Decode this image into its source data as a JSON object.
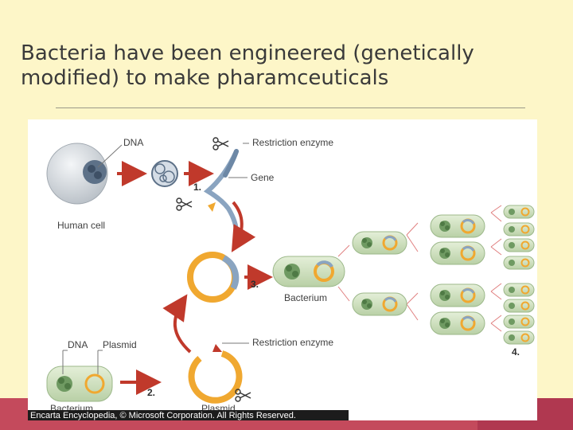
{
  "slide": {
    "title_line1": "Bacteria have been engineered (genetically",
    "title_line2": "modified) to make pharamceuticals"
  },
  "diagram": {
    "labels": {
      "dna_top": "DNA",
      "restriction_enzyme_top": "Restriction enzyme",
      "gene": "Gene",
      "human_cell": "Human cell",
      "bacterium_mid": "Bacterium",
      "dna_bottom": "DNA",
      "plasmid_top": "Plasmid",
      "restriction_enzyme_bottom": "Restriction enzyme",
      "bacterium_bottom": "Bacterium",
      "plasmid_bottom": "Plasmid"
    },
    "steps": {
      "s1": "1.",
      "s2": "2.",
      "s3": "3.",
      "s4": "4."
    },
    "credit": "Encarta Encyclopedia, © Microsoft Corporation. All Rights Reserved."
  },
  "colors": {
    "background": "#fdf6c8",
    "arrow_red": "#c0392b",
    "plasmid_orange": "#f0a830",
    "gene_blue": "#8aa4c0",
    "bacterium_green": "#cfe0c0",
    "band": "#c44a5c"
  },
  "icons": [
    "scissors-icon"
  ]
}
